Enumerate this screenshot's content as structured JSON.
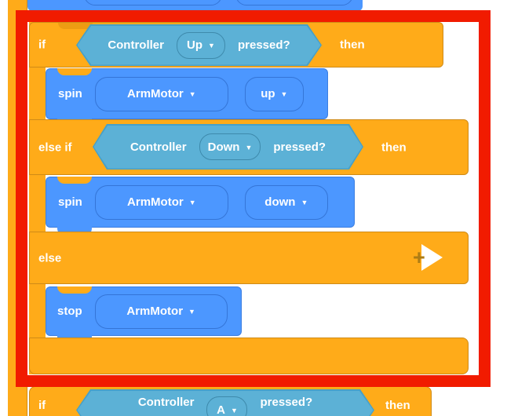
{
  "colors": {
    "orange": "#FFAB19",
    "orange_border": "#CF8B17",
    "blue": "#4C97FF",
    "teal": "#5CB1D6",
    "highlight_red": "#F11B00",
    "plus_gold": "#AD7C15"
  },
  "icons": {
    "dropdown_caret": "▼",
    "expand_plus": "+"
  },
  "stack": {
    "if_row": {
      "keyword": "if",
      "then_label": "then",
      "condition": {
        "device": "Controller",
        "button": "Up",
        "suffix": "pressed?"
      }
    },
    "spin_up_row": {
      "verb": "spin",
      "motor": "ArmMotor",
      "direction": "up"
    },
    "elseif_row": {
      "keyword": "else if",
      "then_label": "then",
      "condition": {
        "device": "Controller",
        "button": "Down",
        "suffix": "pressed?"
      }
    },
    "spin_down_row": {
      "verb": "spin",
      "motor": "ArmMotor",
      "direction": "down"
    },
    "else_row": {
      "keyword": "else"
    },
    "stop_row": {
      "verb": "stop",
      "motor": "ArmMotor"
    }
  },
  "bottom_stack": {
    "if_row": {
      "keyword": "if",
      "then_label": "then",
      "condition": {
        "device": "Controller",
        "button": "A",
        "suffix": "pressed?"
      }
    }
  }
}
